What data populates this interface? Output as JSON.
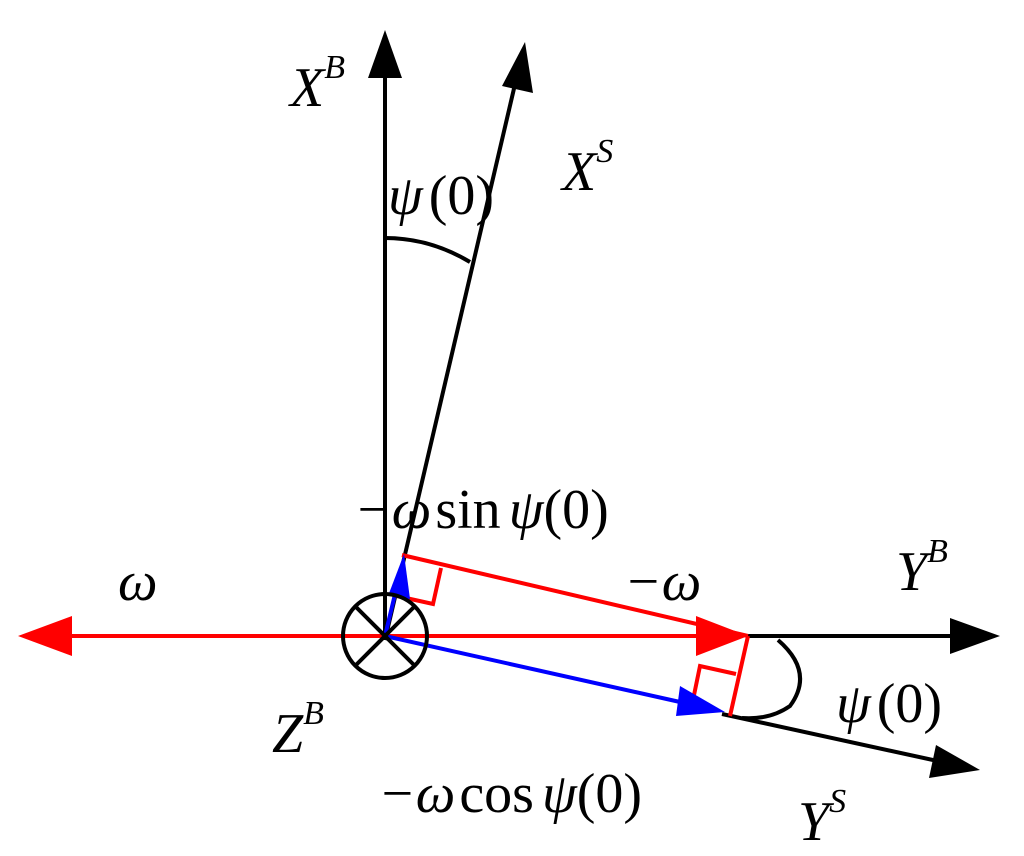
{
  "colors": {
    "axis": "#000000",
    "omega_vector": "#ff0000",
    "component_vector": "#0000ff",
    "construction": "#ff0000"
  },
  "labels": {
    "xb": {
      "base": "X",
      "sup": "B"
    },
    "xs": {
      "base": "X",
      "sup": "S"
    },
    "yb": {
      "base": "Y",
      "sup": "B"
    },
    "ys": {
      "base": "Y",
      "sup": "S"
    },
    "zb": {
      "base": "Z",
      "sup": "B"
    },
    "omega": "ω",
    "neg_omega": "−ω",
    "psi_top": {
      "sym": "ψ",
      "arg": "(0)"
    },
    "psi_right": {
      "sym": "ψ",
      "arg": "(0)"
    },
    "neg_omega_sin": {
      "lead": "−ω",
      "fn": "sin",
      "sym": "ψ",
      "arg": "(0)"
    },
    "neg_omega_cos": {
      "lead": "−ω",
      "fn": "cos",
      "sym": "ψ",
      "arg": "(0)"
    }
  },
  "icons": {
    "zb_symbol": "circle-cross-into-page-icon"
  }
}
